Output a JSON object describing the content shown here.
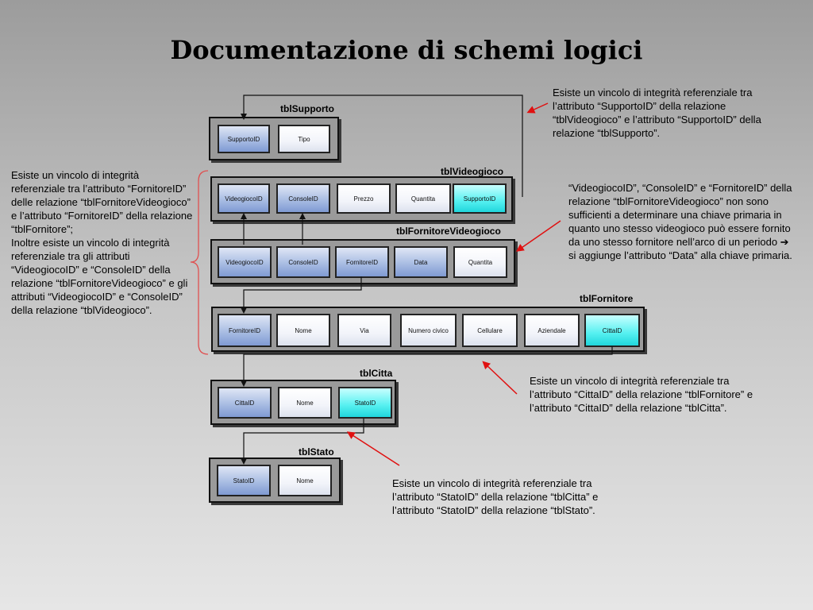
{
  "title": "Documentazione di schemi logici",
  "tables": {
    "supporto": {
      "name": "tblSupporto",
      "fields": [
        {
          "label": "SupportoID",
          "kind": "pk"
        },
        {
          "label": "Tipo",
          "kind": "plain"
        }
      ]
    },
    "videogioco": {
      "name": "tblVideogioco",
      "fields": [
        {
          "label": "VideogiocoID",
          "kind": "pk"
        },
        {
          "label": "ConsoleID",
          "kind": "pk"
        },
        {
          "label": "Prezzo",
          "kind": "plain"
        },
        {
          "label": "Quantita",
          "kind": "plain"
        },
        {
          "label": "SupportoID",
          "kind": "fk"
        }
      ]
    },
    "fornitore_videogioco": {
      "name": "tblFornitoreVideogioco",
      "fields": [
        {
          "label": "VideogiocoID",
          "kind": "pk"
        },
        {
          "label": "ConsoleID",
          "kind": "pk"
        },
        {
          "label": "FornitoreID",
          "kind": "pk"
        },
        {
          "label": "Data",
          "kind": "pk"
        },
        {
          "label": "Quantita",
          "kind": "plain"
        }
      ]
    },
    "fornitore": {
      "name": "tblFornitore",
      "fields": [
        {
          "label": "FornitoreID",
          "kind": "pk"
        },
        {
          "label": "Nome",
          "kind": "plain"
        },
        {
          "label": "Via",
          "kind": "plain"
        },
        {
          "label": "Numero civico",
          "kind": "plain"
        },
        {
          "label": "Cellulare",
          "kind": "plain"
        },
        {
          "label": "Aziendale",
          "kind": "plain"
        },
        {
          "label": "CittaID",
          "kind": "fk"
        }
      ]
    },
    "citta": {
      "name": "tblCitta",
      "fields": [
        {
          "label": "CittaID",
          "kind": "pk"
        },
        {
          "label": "Nome",
          "kind": "plain"
        },
        {
          "label": "StatoID",
          "kind": "fk"
        }
      ]
    },
    "stato": {
      "name": "tblStato",
      "fields": [
        {
          "label": "StatoID",
          "kind": "pk"
        },
        {
          "label": "Nome",
          "kind": "plain"
        }
      ]
    }
  },
  "notes": {
    "supporto_ref": "Esiste un vincolo di integrità referenziale tra l’attributo “SupportoID” della relazione “tblVideogioco” e l’attributo “SupportoID” della relazione “tblSupporto”.",
    "fornitore_ref_1": "Esiste un vincolo di integrità referenziale tra l’attributo “FornitoreID” delle relazione “tblFornitoreVideogioco” e l’attributo “FornitoreID” della relazione “tblFornitore”;",
    "fornitore_ref_2": "Inoltre esiste un vincolo di integrità referenziale tra gli attributi “VideogiocoID” e “ConsoleID” della relazione “tblFornitoreVideogioco” e gli attributi “VideogiocoID” e “ConsoleID” della relazione “tblVideogioco”.",
    "chiave_primaria": "“VideogiocoID”, “ConsoleID” e “FornitoreID” della relazione “tblFornitoreVideogioco” non sono sufficienti a determinare una chiave primaria in quanto uno stesso videogioco può essere fornito da uno stesso fornitore nell’arco di un periodo  ➔ si aggiunge l’attributo “Data” alla chiave primaria.",
    "citta_ref": "Esiste un vincolo di integrità referenziale tra l’attributo “CittaID” della relazione “tblFornitore” e l’attributo “CittaID” della relazione “tblCitta”.",
    "stato_ref": "Esiste un vincolo di integrità referenziale tra l’attributo “StatoID” della relazione “tblCitta” e l’attributo “StatoID” della relazione “tblStato”."
  },
  "colors": {
    "primary_key_fill": "#8fa8dc",
    "foreign_key_fill": "#3fe6ea",
    "plain_fill": "#ffffff",
    "table_fill": "#9a9a9a",
    "arrow_red": "#e01010",
    "bracket_red": "#e05050"
  }
}
